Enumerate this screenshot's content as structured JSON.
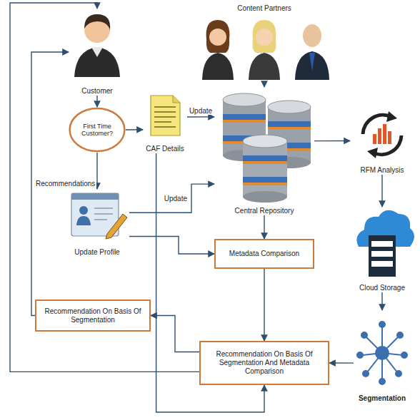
{
  "diagram": {
    "nodes": [
      {
        "text": [
          "Customer"
        ]
      },
      {
        "text": [
          "First Time Customer?"
        ]
      },
      {
        "text": [
          "CAF Details"
        ]
      },
      {
        "text": [
          "Content Partners"
        ]
      },
      {
        "text": [
          "Central Repository"
        ]
      },
      {
        "text": [
          "RFM Analysis"
        ]
      },
      {
        "text": [
          "Update Profile"
        ]
      },
      {
        "text": [
          "Metadata Comparison"
        ]
      },
      {
        "text": [
          "Cloud Storage"
        ]
      },
      {
        "text": [
          "Recommendation On Basis Of Segmentation"
        ]
      },
      {
        "text": [
          "Recommendation On Basis Of Segmentation And Metadata Comparison"
        ]
      },
      {
        "text": [
          "Segmentation"
        ]
      }
    ],
    "edges": [
      {
        "from": 0,
        "to": 1,
        "arrow": "to"
      },
      {
        "from": 1,
        "to": 2,
        "arrow": "to"
      },
      {
        "from": 1,
        "to": 6,
        "arrow": "to"
      },
      {
        "from": 2,
        "to": 4,
        "label": "Update",
        "arrow": "to"
      },
      {
        "from": 6,
        "to": 4,
        "label": "Update",
        "arrow": "to"
      },
      {
        "from": 3,
        "to": 4,
        "arrow": "to"
      },
      {
        "from": 4,
        "to": 5,
        "arrow": "to"
      },
      {
        "from": 5,
        "to": 8,
        "arrow": "to"
      },
      {
        "from": 8,
        "to": 11,
        "arrow": "to"
      },
      {
        "from": 4,
        "to": 7,
        "arrow": "to"
      },
      {
        "from": 6,
        "to": 7,
        "arrow": "to"
      },
      {
        "from": 7,
        "to": 10,
        "arrow": "to"
      },
      {
        "from": 11,
        "to": 10,
        "arrow": "to"
      },
      {
        "from": 9,
        "to": 0,
        "label": "Recommendations",
        "arrow": "to"
      },
      {
        "from": 10,
        "to": 0,
        "arrow": "to"
      },
      {
        "from": 2,
        "to": 10,
        "arrow": "to"
      },
      {
        "from": 10,
        "to": 9,
        "arrow": "to"
      }
    ]
  }
}
